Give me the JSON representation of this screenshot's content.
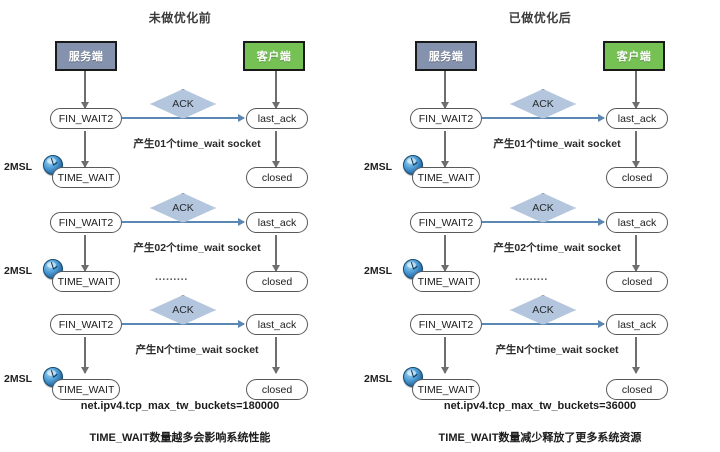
{
  "diagram": {
    "title_left": "未做优化前",
    "title_right": "已做优化后",
    "endpoints": {
      "server": "服务端",
      "client": "客户端",
      "server_color": "#8492ad",
      "client_color": "#76c154"
    },
    "labels": {
      "fin_wait2": "FIN_WAIT2",
      "time_wait": "TIME_WAIT",
      "last_ack": "last_ack",
      "closed": "closed",
      "ack": "ACK",
      "msl": "2MSL",
      "ellipsis": "........."
    },
    "rows": [
      {
        "socket_note": "产生01个time_wait socket"
      },
      {
        "socket_note": "产生02个time_wait socket"
      },
      {
        "socket_note": "产生N个time_wait socket"
      }
    ],
    "panels": [
      {
        "id": "before",
        "title": "未做优化前",
        "sysctl": "net.ipv4.tcp_max_tw_buckets=180000",
        "sysctl_value": "180000",
        "footer": "TIME_WAIT数量越多会影响系统性能"
      },
      {
        "id": "after",
        "title": "已做优化后",
        "sysctl": "net.ipv4.tcp_max_tw_buckets=36000",
        "sysctl_value": "36000",
        "footer": "TIME_WAIT数量减少释放了更多系统资源"
      }
    ],
    "colors": {
      "ack_diamond_fill": "#b3c6dd",
      "ack_arrow": "#5b87b5",
      "state_arrow": "#6d6e70",
      "node_border": "#58595b",
      "background": "#ffffff"
    }
  }
}
